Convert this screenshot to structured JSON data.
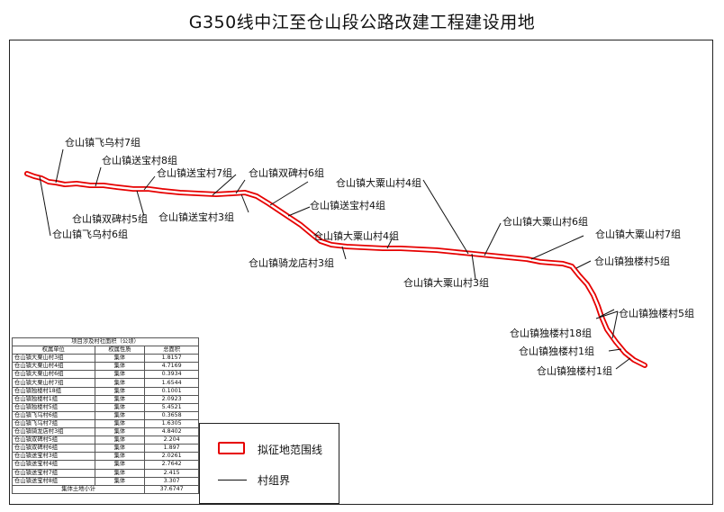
{
  "title": "G350线中江至仓山段公路改建工程建设用地",
  "labels": {
    "l1": "仓山镇飞乌村7组",
    "l2": "仓山镇送宝村8组",
    "l3": "仓山镇送宝村7组",
    "l4": "仓山镇双碑村6组",
    "l5": "仓山镇大粟山村4组",
    "l6": "仓山镇送宝村4组",
    "l7": "仓山镇双碑村5组",
    "l8": "仓山镇送宝村3组",
    "l9": "仓山镇飞乌村6组",
    "l10": "仓山镇大粟山村6组",
    "l11": "仓山镇大粟山村7组",
    "l12": "仓山镇大粟山村4组",
    "l13": "仓山镇骑龙店村3组",
    "l14": "仓山镇独楼村5组",
    "l15": "仓山镇大粟山村3组",
    "l16": "仓山镇独楼村5组",
    "l17": "仓山镇独楼村18组",
    "l18": "仓山镇独楼村1组",
    "l19": "仓山镇独楼村1组"
  },
  "table": {
    "caption": "项目涉及村社面积（公顷）",
    "headers": [
      "权属单位",
      "权属性质",
      "总面积"
    ],
    "rows": [
      [
        "仓山镇大粟山村3组",
        "集体",
        "1.8157"
      ],
      [
        "仓山镇大粟山村4组",
        "集体",
        "4.7169"
      ],
      [
        "仓山镇大粟山村6组",
        "集体",
        "0.3934"
      ],
      [
        "仓山镇大粟山村7组",
        "集体",
        "1.6544"
      ],
      [
        "仓山镇独楼村18组",
        "集体",
        "0.1001"
      ],
      [
        "仓山镇独楼村1组",
        "集体",
        "2.0923"
      ],
      [
        "仓山镇独楼村5组",
        "集体",
        "5.4521"
      ],
      [
        "仓山镇飞乌村6组",
        "集体",
        "0.3658"
      ],
      [
        "仓山镇飞乌村7组",
        "集体",
        "1.6305"
      ],
      [
        "仓山镇骑龙店村3组",
        "集体",
        "4.8402"
      ],
      [
        "仓山镇双碑村5组",
        "集体",
        "2.204"
      ],
      [
        "仓山镇双碑村6组",
        "集体",
        "1.897"
      ],
      [
        "仓山镇送宝村3组",
        "集体",
        "2.0261"
      ],
      [
        "仓山镇送宝村4组",
        "集体",
        "2.7642"
      ],
      [
        "仓山镇送宝村7组",
        "集体",
        "2.415"
      ],
      [
        "仓山镇送宝村8组",
        "集体",
        "3.307"
      ]
    ],
    "total_label": "集体土地小计",
    "total_value": "37.6747"
  },
  "legend": {
    "red_label": "拟征地范围线",
    "line_label": "村组界"
  },
  "colors": {
    "boundary": "#e60000",
    "line": "#111111"
  }
}
